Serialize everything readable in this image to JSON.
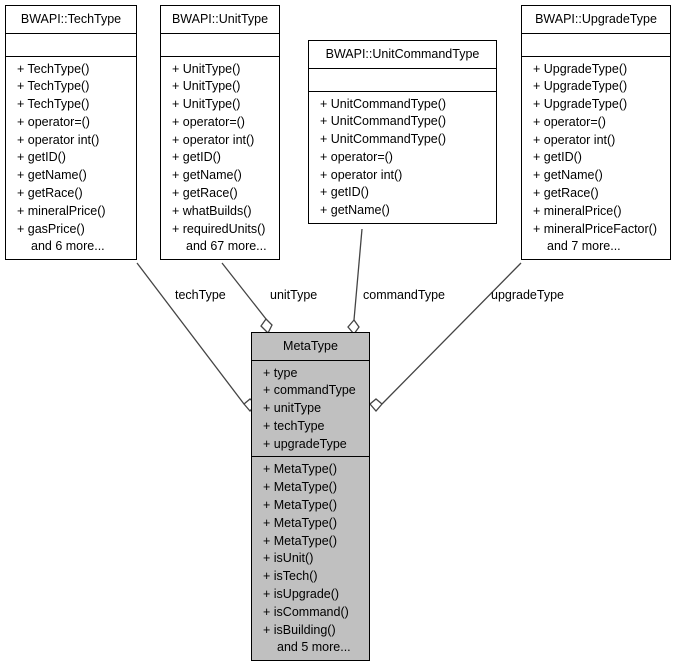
{
  "diagram": {
    "kind": "uml-class-collaboration-diagram",
    "title": "MetaType",
    "colors": {
      "background": "#ffffff",
      "line": "#444444",
      "border": "#000000",
      "highlight_fill": "#c0c0c0",
      "plain_fill": "#ffffff",
      "text": "#000000"
    }
  },
  "classes": [
    {
      "id": "techtype",
      "name": "BWAPI::TechType",
      "highlighted": false,
      "attributes": [],
      "methods": [
        "+ TechType()",
        "+ TechType()",
        "+ TechType()",
        "+ operator=()",
        "+ operator int()",
        "+ getID()",
        "+ getName()",
        "+ getRace()",
        "+ mineralPrice()",
        "+ gasPrice()"
      ],
      "more": "and 6 more..."
    },
    {
      "id": "unittype",
      "name": "BWAPI::UnitType",
      "highlighted": false,
      "attributes": [],
      "methods": [
        "+ UnitType()",
        "+ UnitType()",
        "+ UnitType()",
        "+ operator=()",
        "+ operator int()",
        "+ getID()",
        "+ getName()",
        "+ getRace()",
        "+ whatBuilds()",
        "+ requiredUnits()"
      ],
      "more": "and 67 more..."
    },
    {
      "id": "unitcommandtype",
      "name": "BWAPI::UnitCommandType",
      "highlighted": false,
      "attributes": [],
      "methods": [
        "+ UnitCommandType()",
        "+ UnitCommandType()",
        "+ UnitCommandType()",
        "+ operator=()",
        "+ operator int()",
        "+ getID()",
        "+ getName()"
      ],
      "more": ""
    },
    {
      "id": "upgradetype",
      "name": "BWAPI::UpgradeType",
      "highlighted": false,
      "attributes": [],
      "methods": [
        "+ UpgradeType()",
        "+ UpgradeType()",
        "+ UpgradeType()",
        "+ operator=()",
        "+ operator int()",
        "+ getID()",
        "+ getName()",
        "+ getRace()",
        "+ mineralPrice()",
        "+ mineralPriceFactor()"
      ],
      "more": "and 7 more..."
    },
    {
      "id": "metatype",
      "name": "MetaType",
      "highlighted": true,
      "attributes": [
        "+ type",
        "+ commandType",
        "+ unitType",
        "+ techType",
        "+ upgradeType"
      ],
      "methods": [
        "+ MetaType()",
        "+ MetaType()",
        "+ MetaType()",
        "+ MetaType()",
        "+ MetaType()",
        "+ isUnit()",
        "+ isTech()",
        "+ isUpgrade()",
        "+ isCommand()",
        "+ isBuilding()"
      ],
      "more": "and 5 more..."
    }
  ],
  "associations": [
    {
      "id": "techtype-edge",
      "from": "techtype",
      "to": "metatype",
      "label": "techType"
    },
    {
      "id": "unittype-edge",
      "from": "unittype",
      "to": "metatype",
      "label": "unitType"
    },
    {
      "id": "commandtype-edge",
      "from": "unitcommandtype",
      "to": "metatype",
      "label": "commandType"
    },
    {
      "id": "upgradetype-edge",
      "from": "upgradetype",
      "to": "metatype",
      "label": "upgradeType"
    }
  ]
}
